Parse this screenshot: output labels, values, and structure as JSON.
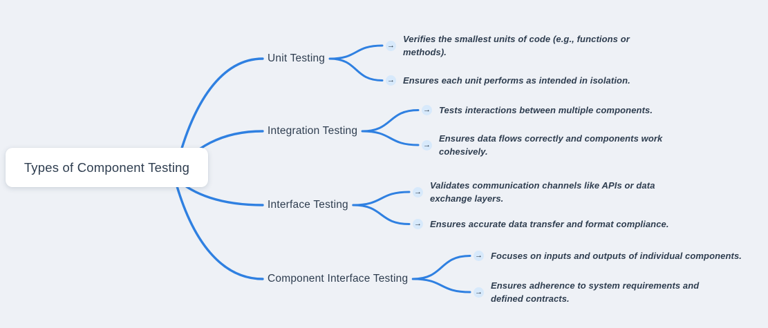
{
  "root": {
    "label": "Types of Component Testing"
  },
  "branches": [
    {
      "label": "Unit Testing",
      "leaves": [
        "Verifies the smallest units of code (e.g., functions or methods).",
        "Ensures each unit performs as intended in isolation."
      ]
    },
    {
      "label": "Integration Testing",
      "leaves": [
        "Tests interactions between multiple components.",
        "Ensures data flows correctly and components work cohesively."
      ]
    },
    {
      "label": "Interface Testing",
      "leaves": [
        "Validates communication channels like APIs or data exchange layers.",
        "Ensures accurate data transfer and format compliance."
      ]
    },
    {
      "label": "Component Interface Testing",
      "leaves": [
        "Focuses on inputs and outputs of individual components.",
        "Ensures adherence to system requirements and defined contracts."
      ]
    }
  ],
  "icons": {
    "leaf_arrow": "→"
  },
  "colors": {
    "background": "#eef1f6",
    "link": "#2f80e1",
    "node_background": "#ffffff",
    "text": "#2e3d4f",
    "badge_background": "#d7e9fb"
  }
}
